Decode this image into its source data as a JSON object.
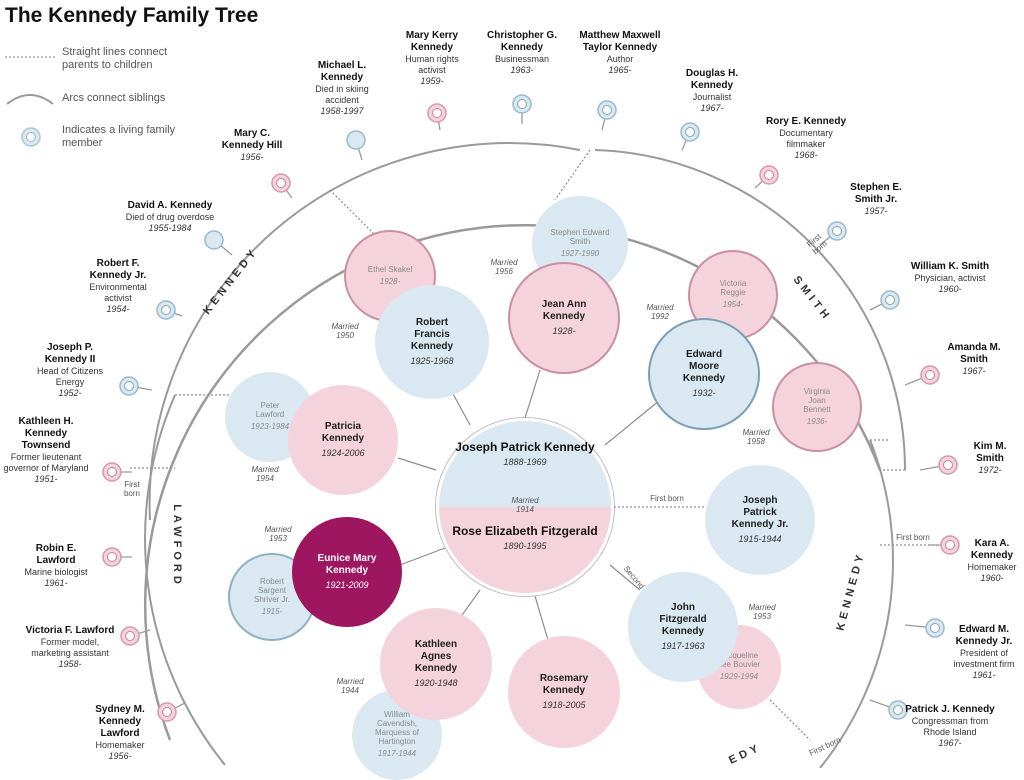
{
  "title": "The Kennedy Family Tree",
  "legend": {
    "line": "Straight lines connect parents to children",
    "arc": "Arcs connect siblings",
    "living": "Indicates a living family member"
  },
  "colors": {
    "blue": "#d9e8f1",
    "pink": "#f4d3dc",
    "dark": "#9e1560",
    "ring": "#9a9a9a"
  },
  "families": {
    "kennedy": "KENNEDY",
    "smith": "SMITH",
    "lawford": "LAWFORD",
    "kennedy2": "KENNEDY",
    "kennedy3": "EDY"
  },
  "center": {
    "father_name": "Joseph Patrick Kennedy",
    "father_years": "1888-1969",
    "married": "Married",
    "married_year": "1914",
    "mother_name": "Rose Elizabeth Fitzgerald",
    "mother_years": "1890-1995"
  },
  "children": [
    {
      "key": "robert",
      "name": "Robert Francis Kennedy",
      "years": "1925-1968"
    },
    {
      "key": "jean",
      "name": "Jean Ann Kennedy",
      "years": "1928-"
    },
    {
      "key": "edward",
      "name": "Edward Moore Kennedy",
      "years": "1932-"
    },
    {
      "key": "patricia",
      "name": "Patricia Kennedy",
      "years": "1924-2006"
    },
    {
      "key": "joejr",
      "name": "Joseph Patrick Kennedy Jr.",
      "years": "1915-1944"
    },
    {
      "key": "eunice",
      "name": "Eunice Mary Kennedy",
      "years": "1921-2009"
    },
    {
      "key": "jfk",
      "name": "John Fitzgerald Kennedy",
      "years": "1917-1963"
    },
    {
      "key": "kathleen",
      "name": "Kathleen Agnes Kennedy",
      "years": "1920-1948"
    },
    {
      "key": "rosemary",
      "name": "Rosemary Kennedy",
      "years": "1918-2005"
    }
  ],
  "spouses": [
    {
      "key": "ethel",
      "name": "Ethel Skakel",
      "years": "1928-"
    },
    {
      "key": "stephen",
      "name": "Stephen Edward Smith",
      "years": "1927-1990"
    },
    {
      "key": "victoria",
      "name": "Victoria Reggie",
      "years": "1954-"
    },
    {
      "key": "virginia",
      "name": "Virginia Joan Bennett",
      "years": "1936-"
    },
    {
      "key": "peter",
      "name": "Peter Lawford",
      "years": "1923-1984"
    },
    {
      "key": "sargent",
      "name": "Robert Sargent Shriver Jr.",
      "years": "1915-"
    },
    {
      "key": "jackie",
      "name": "Jacqueline Lee Bouvier",
      "years": "1929-1994"
    },
    {
      "key": "william",
      "name": "William Cavendish, Marquess of Hartington",
      "years": "1917-1944"
    }
  ],
  "marriages": {
    "robert": "1950",
    "jean": "1956",
    "victoria": "1992",
    "virginia": "1958",
    "patricia": "1954",
    "eunice": "1953",
    "jfk": "1953",
    "kathleen": "1944",
    "label": "Married"
  },
  "notes": {
    "first_born": "First born",
    "second": "Second",
    "first": "First",
    "born": "born"
  },
  "grandchildren": [
    {
      "key": "michael",
      "name": "Michael L. Kennedy",
      "desc": "Died in skiing accident",
      "years": "1958-1997"
    },
    {
      "key": "marykerry",
      "name": "Mary Kerry Kennedy",
      "desc": "Human rights activist",
      "years": "1959-"
    },
    {
      "key": "christopher",
      "name": "Christopher G. Kennedy",
      "desc": "Businessman",
      "years": "1963-"
    },
    {
      "key": "matthew",
      "name": "Matthew Maxwell Taylor Kennedy",
      "desc": "Author",
      "years": "1965-"
    },
    {
      "key": "douglas",
      "name": "Douglas H. Kennedy",
      "desc": "Journalist",
      "years": "1967-"
    },
    {
      "key": "rory",
      "name": "Rory E. Kennedy",
      "desc": "Documentary filmmaker",
      "years": "1968-"
    },
    {
      "key": "maryc",
      "name": "Mary C. Kennedy Hill",
      "desc": "",
      "years": "1956-"
    },
    {
      "key": "david",
      "name": "David A. Kennedy",
      "desc": "Died of drug overdose",
      "years": "1955-1984"
    },
    {
      "key": "robertjr",
      "name": "Robert F. Kennedy Jr.",
      "desc": "Environmental activist",
      "years": "1954-"
    },
    {
      "key": "josephii",
      "name": "Joseph P. Kennedy II",
      "desc": "Head of Citizens Energy",
      "years": "1952-"
    },
    {
      "key": "kathleenkt",
      "name": "Kathleen H. Kennedy Townsend",
      "desc": "Former lieutenant governor of Maryland",
      "years": "1951-"
    },
    {
      "key": "robinl",
      "name": "Robin E. Lawford",
      "desc": "Marine biologist",
      "years": "1961-"
    },
    {
      "key": "victorial",
      "name": "Victoria F. Lawford",
      "desc": "Former model, marketing assistant",
      "years": "1958-"
    },
    {
      "key": "sydney",
      "name": "Sydney M. Kennedy Lawford",
      "desc": "Homemaker",
      "years": "1956-"
    },
    {
      "key": "stephenjr",
      "name": "Stephen E. Smith Jr.",
      "desc": "",
      "years": "1957-"
    },
    {
      "key": "williams",
      "name": "William K. Smith",
      "desc": "Physician, activist",
      "years": "1960-"
    },
    {
      "key": "amanda",
      "name": "Amanda M. Smith",
      "desc": "",
      "years": "1967-"
    },
    {
      "key": "kim",
      "name": "Kim M. Smith",
      "desc": "",
      "years": "1972-"
    },
    {
      "key": "kara",
      "name": "Kara A. Kennedy",
      "desc": "Homemaker",
      "years": "1960-"
    },
    {
      "key": "edwardjr",
      "name": "Edward M. Kennedy Jr.",
      "desc": "President of investment firm",
      "years": "1961-"
    },
    {
      "key": "patrick",
      "name": "Patrick J. Kennedy",
      "desc": "Congressman from Rhode Island",
      "years": "1967-"
    }
  ]
}
